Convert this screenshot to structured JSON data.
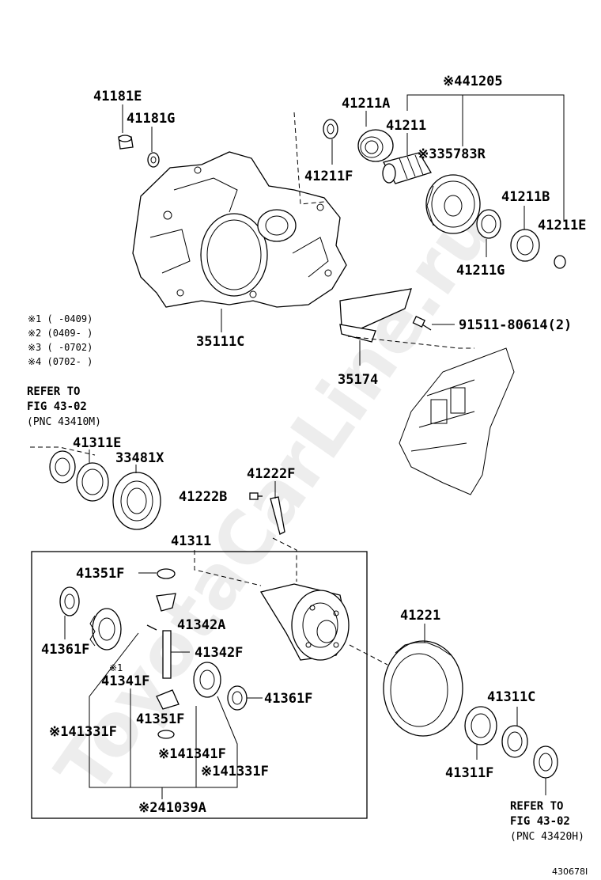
{
  "labels": {
    "p41181E": "41181E",
    "p41181G": "41181G",
    "p41211A": "41211A",
    "p41205": "※441205",
    "p41211": "41211",
    "p35783R": "※335783R",
    "p41211F_top": "41211F",
    "p41211B": "41211B",
    "p41211E": "41211E",
    "p41211G": "41211G",
    "p35111C": "35111C",
    "p91511": "91511-80614(2)",
    "p35174": "35174",
    "p41311E": "41311E",
    "p33481X": "33481X",
    "p41222F": "41222F",
    "p41222B": "41222B",
    "p41311": "41311",
    "p41351F_a": "41351F",
    "p41342A": "41342A",
    "p41342F": "41342F",
    "p41361F_a": "41361F",
    "p41341F_a": "※1",
    "p41341F_b": "41341F",
    "p41361F_b": "41361F",
    "p41351F_b": "41351F",
    "p41331F_a": "※141331F",
    "p41341F_c": "※141341F",
    "p41331F_b": "※141331F",
    "p41039A": "※241039A",
    "p41221": "41221",
    "p41311C": "41311C",
    "p41311F": "41311F"
  },
  "notes": [
    "※1 (     -0409)",
    "※2 (0409-     )",
    "※3 (     -0702)",
    "※4 (0702-     )"
  ],
  "refer_left": [
    "REFER TO",
    "FIG 43-02",
    "(PNC 43410M)"
  ],
  "refer_right": [
    "REFER TO",
    "FIG 43-02",
    "(PNC 43420H)"
  ],
  "figure_number": "430678I",
  "watermark": "ToyotaCarLine.ru"
}
